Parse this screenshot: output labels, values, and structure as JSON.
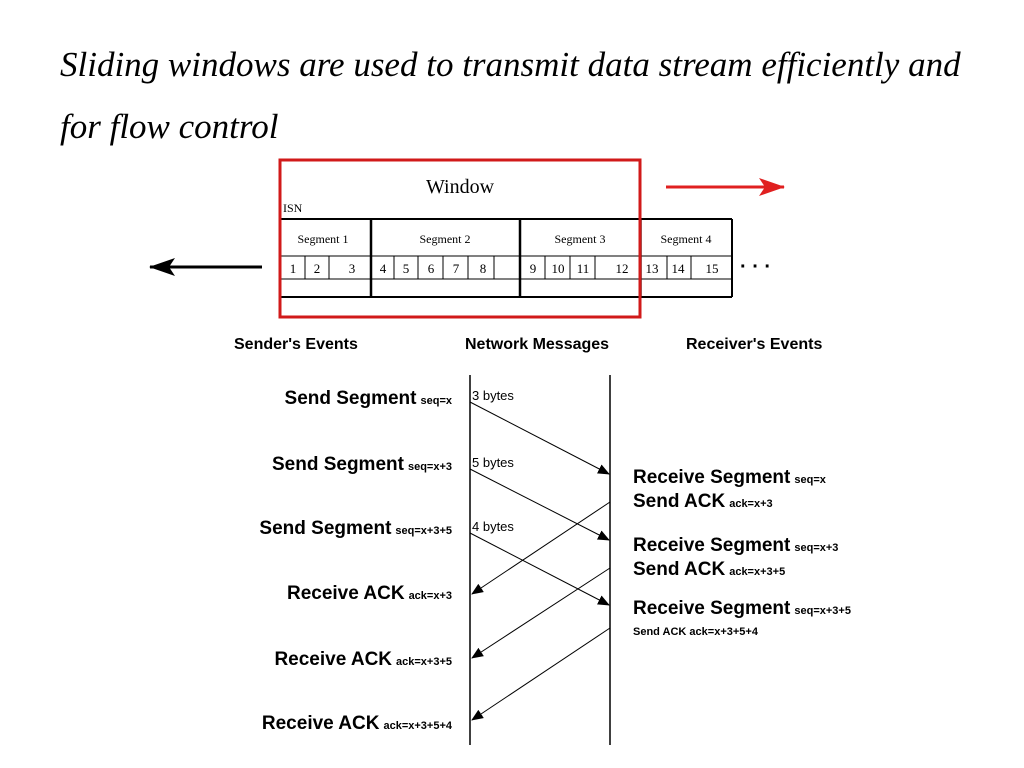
{
  "title_line1": "Sliding windows are used to transmit data stream efficiently and",
  "title_line2": "for flow control",
  "window_label": "Window",
  "isn_label": "ISN",
  "segments": [
    "Segment 1",
    "Segment 2",
    "Segment 3",
    "Segment 4"
  ],
  "byte_numbers": [
    "1",
    "2",
    "3",
    "4",
    "5",
    "6",
    "7",
    "8",
    "9",
    "10",
    "11",
    "12",
    "13",
    "14",
    "15"
  ],
  "ellipsis": "· · ·",
  "columns": {
    "sender": "Sender's Events",
    "network": "Network Messages",
    "receiver": "Receiver's Events"
  },
  "sender_events": [
    {
      "main": "Send Segment",
      "sub": "seq=x"
    },
    {
      "main": "Send Segment",
      "sub": "seq=x+3"
    },
    {
      "main": "Send Segment",
      "sub": "seq=x+3+5"
    },
    {
      "main": "Receive ACK",
      "sub": "ack=x+3"
    },
    {
      "main": "Receive ACK",
      "sub": "ack=x+3+5"
    },
    {
      "main": "Receive ACK",
      "sub": "ack=x+3+5+4"
    }
  ],
  "byte_labels": [
    "3 bytes",
    "5 bytes",
    "4 bytes"
  ],
  "receiver_events": [
    {
      "main1": "Receive Segment",
      "sub1": "seq=x",
      "main2": "Send ACK",
      "sub2": "ack=x+3"
    },
    {
      "main1": "Receive Segment",
      "sub1": "seq=x+3",
      "main2": "Send ACK",
      "sub2": "ack=x+3+5"
    },
    {
      "main1": "Receive Segment",
      "sub1": "seq=x+3+5",
      "small": "Send ACK ack=x+3+5+4"
    }
  ],
  "colors": {
    "window_frame": "#d11a1a",
    "arrow_right": "#e02020",
    "lines": "#000000"
  }
}
